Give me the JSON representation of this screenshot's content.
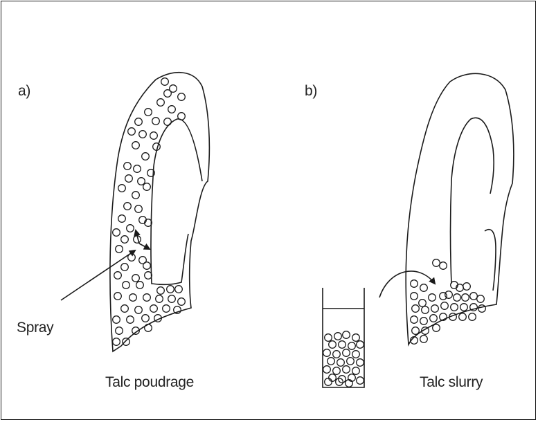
{
  "panel_a": {
    "label": "a)",
    "spray_label": "Spray",
    "caption": "Talc poudrage"
  },
  "panel_b": {
    "label": "b)",
    "caption": "Talc slurry"
  },
  "colors": {
    "ink": "#1a1a1a",
    "background": "#ffffff"
  }
}
